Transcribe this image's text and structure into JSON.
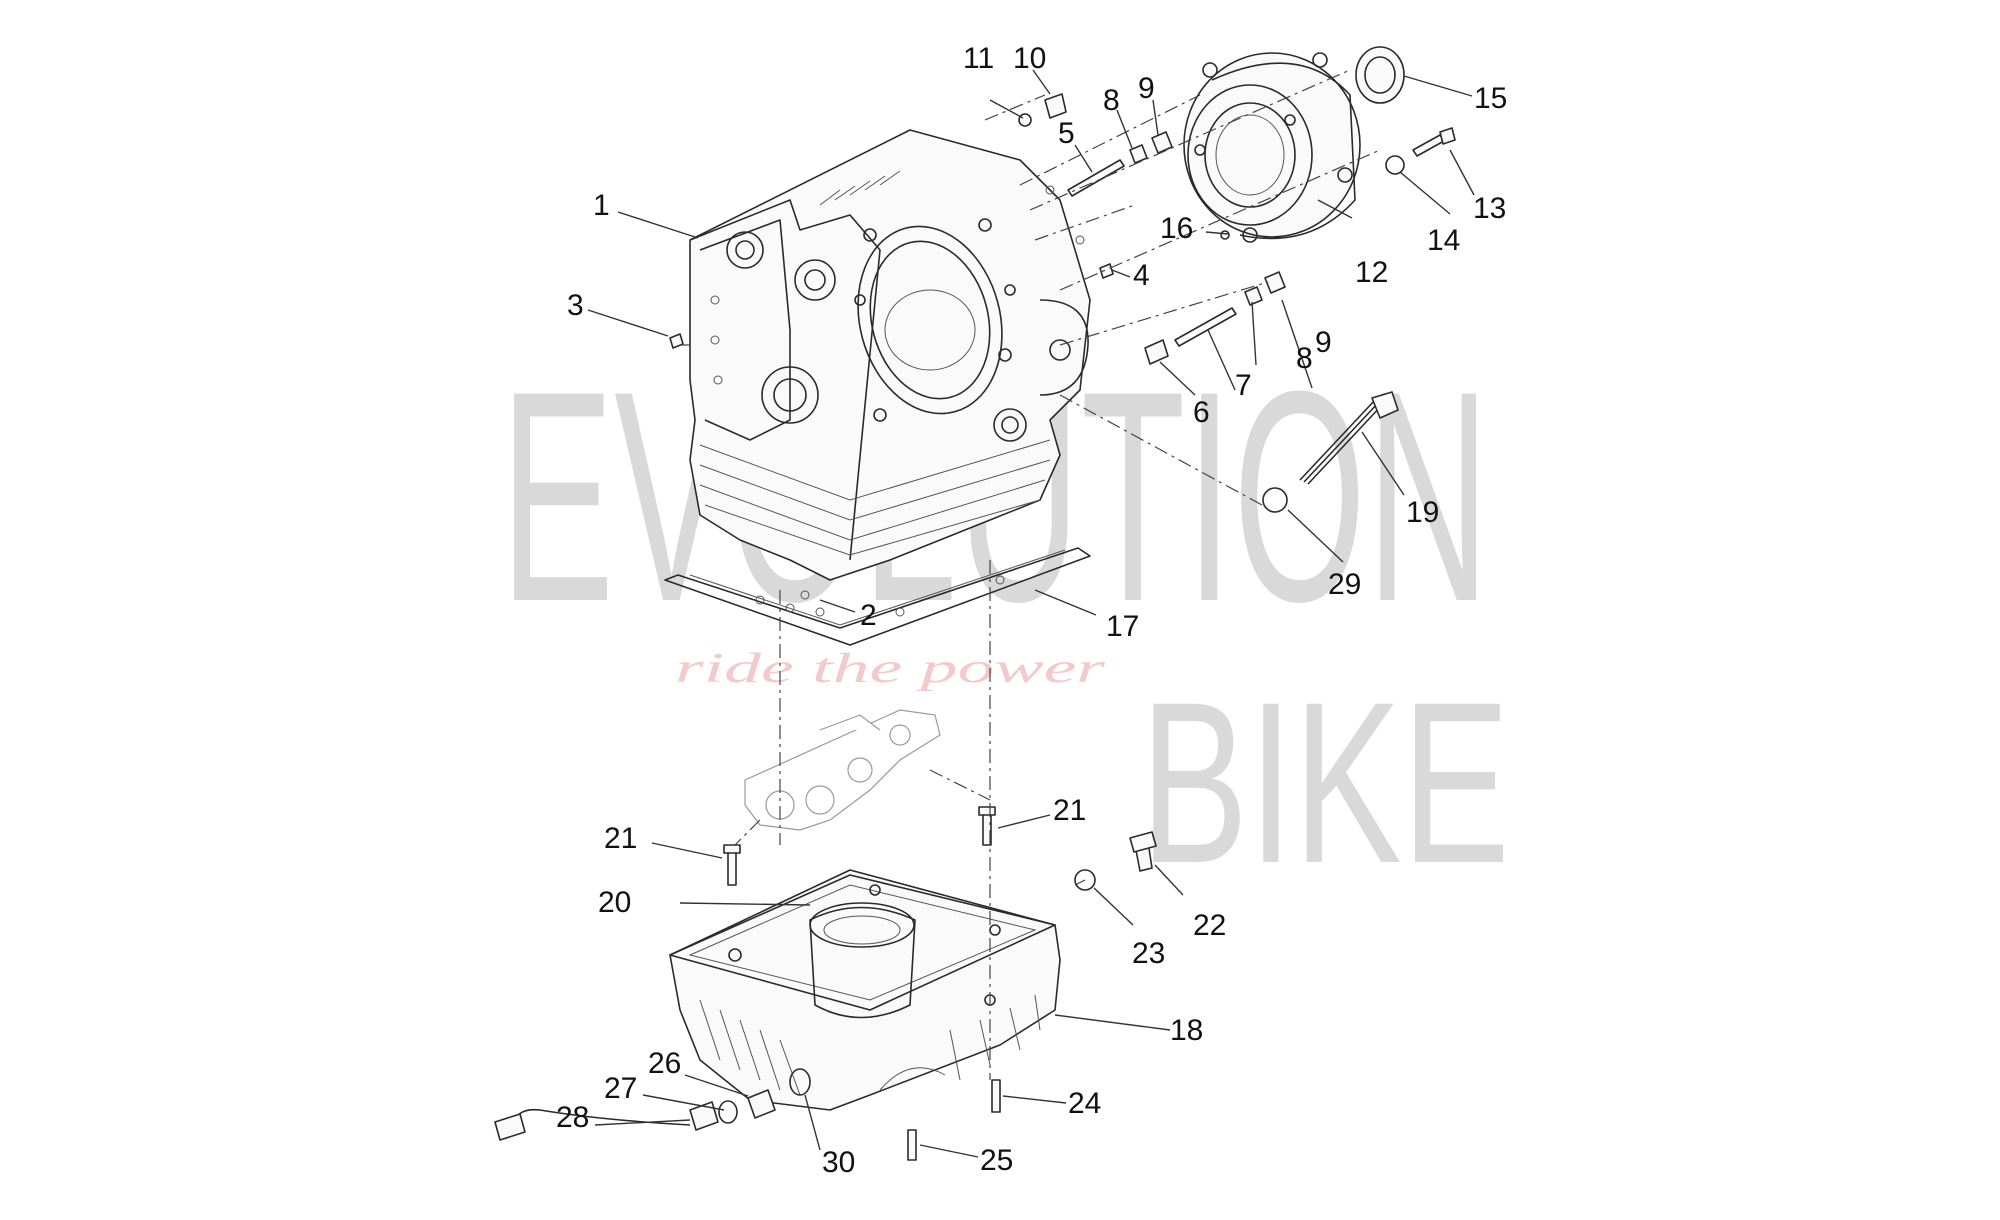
{
  "watermark": {
    "line1": "EVOLUTION",
    "line2": "BIKE",
    "tagline": "ride the power"
  },
  "callouts": [
    {
      "id": "1",
      "text": "1"
    },
    {
      "id": "2",
      "text": "2"
    },
    {
      "id": "3",
      "text": "3"
    },
    {
      "id": "4",
      "text": "4"
    },
    {
      "id": "5",
      "text": "5"
    },
    {
      "id": "6",
      "text": "6"
    },
    {
      "id": "7",
      "text": "7"
    },
    {
      "id": "8a",
      "text": "8"
    },
    {
      "id": "8b",
      "text": "8"
    },
    {
      "id": "9a",
      "text": "9"
    },
    {
      "id": "9b",
      "text": "9"
    },
    {
      "id": "10",
      "text": "10"
    },
    {
      "id": "11",
      "text": "11"
    },
    {
      "id": "12",
      "text": "12"
    },
    {
      "id": "13",
      "text": "13"
    },
    {
      "id": "14",
      "text": "14"
    },
    {
      "id": "15",
      "text": "15"
    },
    {
      "id": "16",
      "text": "16"
    },
    {
      "id": "17",
      "text": "17"
    },
    {
      "id": "18",
      "text": "18"
    },
    {
      "id": "19",
      "text": "19"
    },
    {
      "id": "20",
      "text": "20"
    },
    {
      "id": "21a",
      "text": "21"
    },
    {
      "id": "21b",
      "text": "21"
    },
    {
      "id": "22",
      "text": "22"
    },
    {
      "id": "23",
      "text": "23"
    },
    {
      "id": "24",
      "text": "24"
    },
    {
      "id": "25",
      "text": "25"
    },
    {
      "id": "26",
      "text": "26"
    },
    {
      "id": "27",
      "text": "27"
    },
    {
      "id": "28",
      "text": "28"
    },
    {
      "id": "29",
      "text": "29"
    },
    {
      "id": "30",
      "text": "30"
    }
  ],
  "colors": {
    "watermark_gray": "#d9d9d9",
    "watermark_tagline": "#f4c9c9",
    "line": "#2a2a2a"
  }
}
